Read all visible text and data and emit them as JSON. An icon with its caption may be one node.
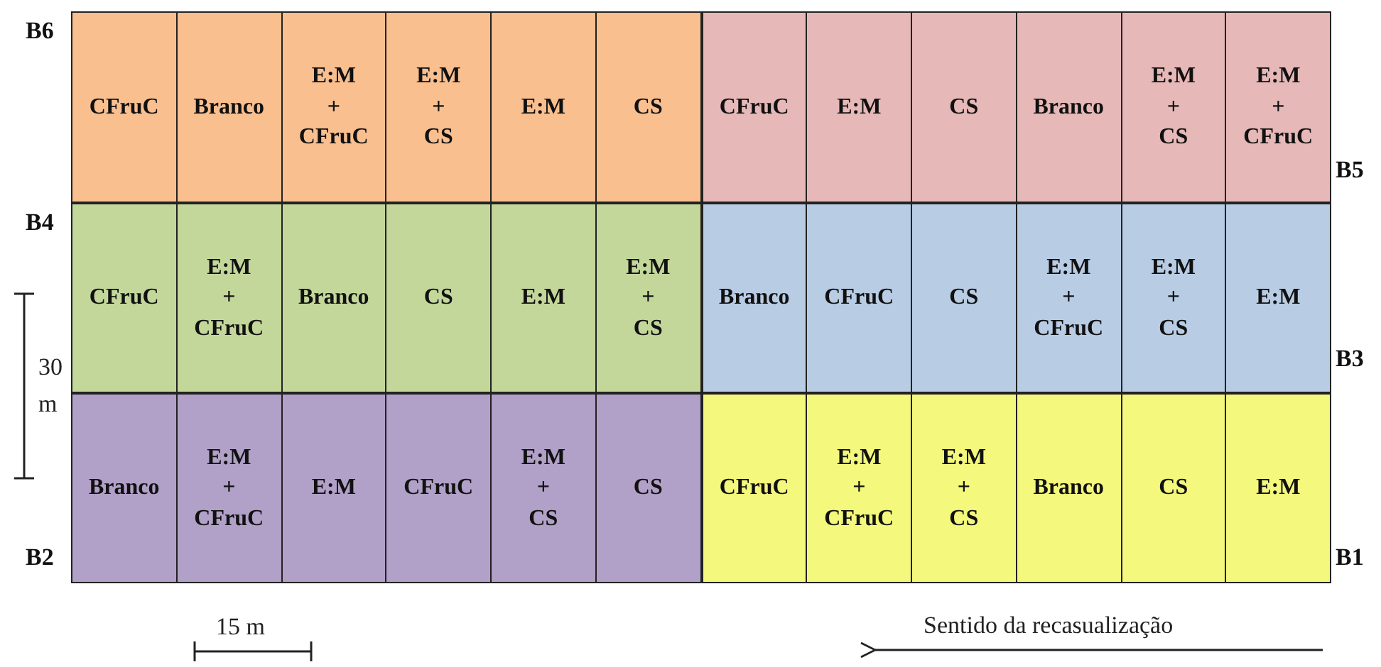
{
  "diagram": {
    "nodes": [
      {
        "text": [],
        "shape": "box",
        "beside": [
          "B6"
        ]
      },
      {
        "text": [
          "CFruC"
        ],
        "in": 0
      },
      {
        "text": [
          "Branco"
        ],
        "in": 0
      },
      {
        "text": [
          "E:M + CFruC"
        ],
        "in": 0
      },
      {
        "text": [
          "E:M + CS"
        ],
        "in": 0
      },
      {
        "text": [
          "E:M"
        ],
        "in": 0
      },
      {
        "text": [
          "CS"
        ],
        "in": 0
      },
      {
        "text": [],
        "shape": "box",
        "beside": [
          "B5"
        ]
      },
      {
        "text": [
          "CFruC"
        ],
        "in": 7
      },
      {
        "text": [
          "E:M"
        ],
        "in": 7
      },
      {
        "text": [
          "CS"
        ],
        "in": 7
      },
      {
        "text": [
          "Branco"
        ],
        "in": 7
      },
      {
        "text": [
          "E:M + CS"
        ],
        "in": 7
      },
      {
        "text": [
          "E:M + CFruC"
        ],
        "in": 7
      },
      {
        "text": [],
        "shape": "box",
        "beside": [
          "B4"
        ]
      },
      {
        "text": [
          "CFruC"
        ],
        "in": 14
      },
      {
        "text": [
          "E:M + CFruC"
        ],
        "in": 14
      },
      {
        "text": [
          "Branco"
        ],
        "in": 14
      },
      {
        "text": [
          "CS"
        ],
        "in": 14
      },
      {
        "text": [
          "E:M"
        ],
        "in": 14
      },
      {
        "text": [
          "E:M + CS"
        ],
        "in": 14
      },
      {
        "text": [],
        "shape": "box",
        "beside": [
          "B3"
        ]
      },
      {
        "text": [
          "Branco"
        ],
        "in": 21
      },
      {
        "text": [
          "CFruC"
        ],
        "in": 21
      },
      {
        "text": [
          "CS"
        ],
        "in": 21
      },
      {
        "text": [
          "E:M + CFruC"
        ],
        "in": 21
      },
      {
        "text": [
          "E:M + CS"
        ],
        "in": 21
      },
      {
        "text": [
          "E:M"
        ],
        "in": 21
      },
      {
        "text": [],
        "shape": "box",
        "beside": [
          "B2"
        ]
      },
      {
        "text": [
          "Branco"
        ],
        "in": 28
      },
      {
        "text": [
          "E:M + CFruC"
        ],
        "in": 28
      },
      {
        "text": [
          "E:M"
        ],
        "in": 28
      },
      {
        "text": [
          "CFruC"
        ],
        "in": 28
      },
      {
        "text": [
          "E:M + CS"
        ],
        "in": 28
      },
      {
        "text": [
          "CS"
        ],
        "in": 28
      },
      {
        "text": [],
        "shape": "box",
        "beside": [
          "B1"
        ]
      },
      {
        "text": [
          "CFruC"
        ],
        "in": 35
      },
      {
        "text": [
          "E:M + CFruC"
        ],
        "in": 35
      },
      {
        "text": [
          "E:M + CS"
        ],
        "in": 35
      },
      {
        "text": [
          "Branco"
        ],
        "in": 35
      },
      {
        "text": [
          "CS"
        ],
        "in": 35
      },
      {
        "text": [
          "E:M"
        ],
        "in": 35
      }
    ],
    "labels": [
      "30 m",
      "15 m",
      "Sentido da recasualização"
    ]
  }
}
